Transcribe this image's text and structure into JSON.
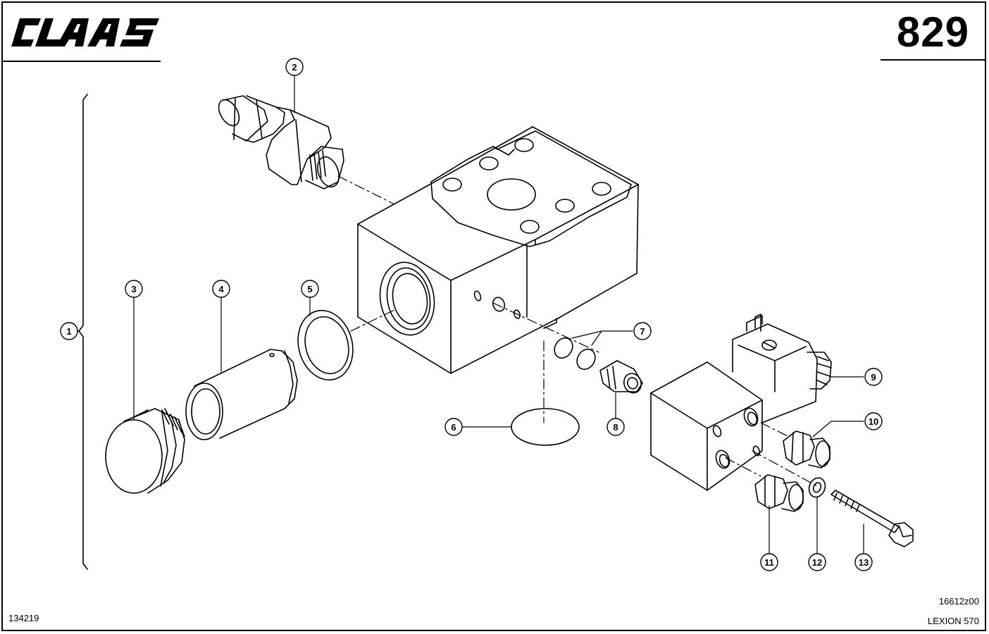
{
  "header": {
    "brand": "CLAAS",
    "page_number": "829"
  },
  "footer": {
    "catalog_id": "134219",
    "drawing_code": "16612z00",
    "model": "LEXION 570"
  },
  "callouts": {
    "c1": "1",
    "c2": "2",
    "c3": "3",
    "c4": "4",
    "c5": "5",
    "c6": "6",
    "c7": "7",
    "c8": "8",
    "c9": "9",
    "c10": "10",
    "c11": "11",
    "c12": "12",
    "c13": "13"
  }
}
